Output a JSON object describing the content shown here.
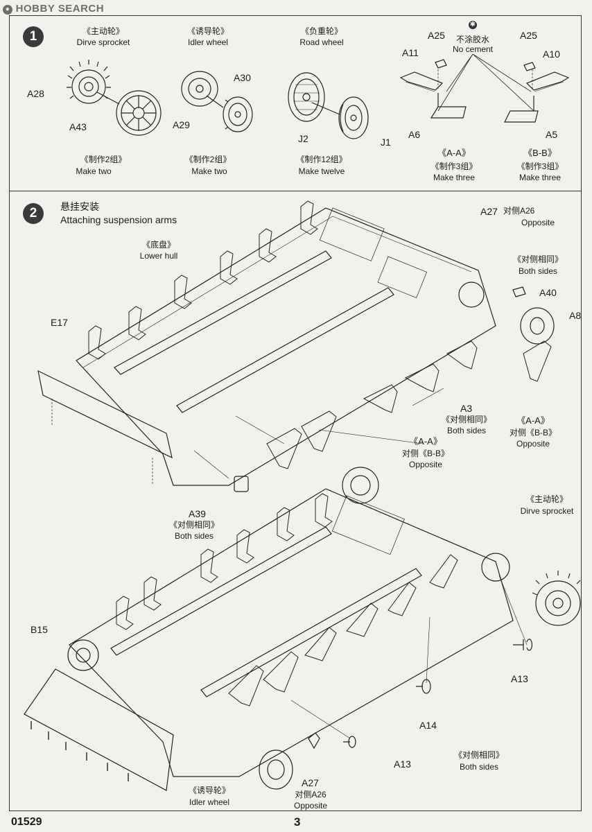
{
  "watermark": "HOBBY SEARCH",
  "step1": {
    "number": "1",
    "parts": [
      {
        "cn": "《主动轮》",
        "en": "Dirve sprocket",
        "qty_cn": "《制作2组》",
        "qty_en": "Make two"
      },
      {
        "cn": "《诱导轮》",
        "en": "Idler wheel",
        "qty_cn": "《制作2组》",
        "qty_en": "Make two"
      },
      {
        "cn": "《负重轮》",
        "en": "Road  wheel",
        "qty_cn": "《制作12组》",
        "qty_en": "Make twelve"
      }
    ],
    "no_cement_cn": "不涂胶水",
    "no_cement_en": "No cement",
    "aa_label": "《A-A》",
    "aa_qty_cn": "《制作3组》",
    "aa_qty_en": "Make three",
    "bb_label": "《B-B》",
    "bb_qty_cn": "《制作3组》",
    "bb_qty_en": "Make three",
    "callouts": {
      "A28": "A28",
      "A43": "A43",
      "A30": "A30",
      "A29": "A29",
      "J2": "J2",
      "J1": "J1",
      "A25a": "A25",
      "A25b": "A25",
      "A11": "A11",
      "A10": "A10",
      "A6": "A6",
      "A5": "A5"
    }
  },
  "step2": {
    "number": "2",
    "title_cn": "悬挂安装",
    "title_en": "Attaching suspension arms",
    "lower_hull_cn": "《底盘》",
    "lower_hull_en": "Lower hull",
    "a27_top": "A27",
    "a27_top_note_cn": "对侧A26",
    "a27_top_note_en": "Opposite",
    "both_sides_cn": "《对侧相同》",
    "both_sides_en": "Both sides",
    "a40": "A40",
    "a8": "A8",
    "e17": "E17",
    "a3": "A3",
    "a3_cn": "《对侧相同》",
    "a3_en": "Both sides",
    "aa_right": "《A-A》",
    "aa_right_cn": "对侧《B-B》",
    "aa_right_en": "Opposite",
    "aa_mid": "《A-A》",
    "aa_mid_cn": "对侧《B-B》",
    "aa_mid_en": "Opposite",
    "a39": "A39",
    "a39_cn": "《对侧相同》",
    "a39_en": "Both sides",
    "sprocket_cn": "《主动轮》",
    "sprocket_en": "Dirve sprocket",
    "b15": "B15",
    "a13_right": "A13",
    "a14": "A14",
    "a13_bottom": "A13",
    "a27_bottom": "A27",
    "a27_bottom_cn": "对侧A26",
    "a27_bottom_en": "Opposite",
    "bottom_both_cn": "《对侧相同》",
    "bottom_both_en": "Both sides",
    "idler_cn": "《诱导轮》",
    "idler_en": "Idler wheel"
  },
  "footer": {
    "code": "01529",
    "page": "3"
  }
}
